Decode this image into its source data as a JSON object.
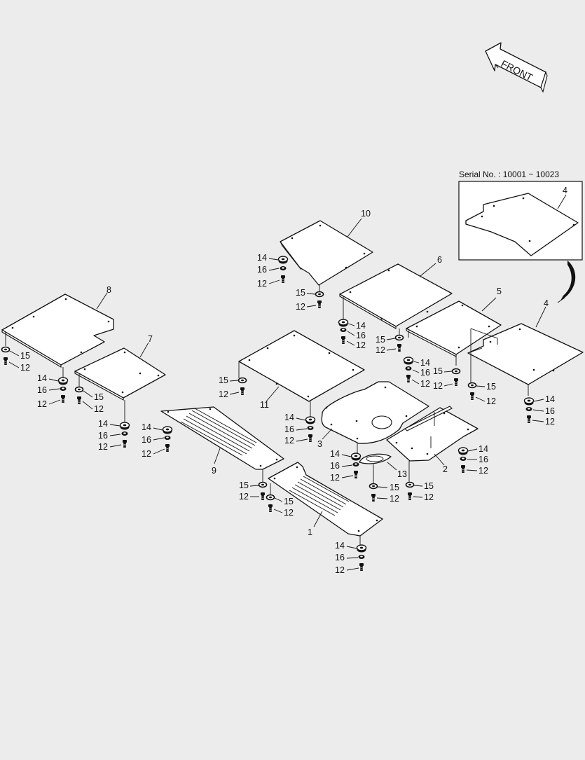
{
  "front_label": "FRONT",
  "inset": {
    "serial_label": "Serial No. : 10001 ~ 10023",
    "part": "4"
  },
  "callouts": {
    "p1": "1",
    "p2": "2",
    "p3": "3",
    "p4": "4",
    "p5": "5",
    "p6": "6",
    "p7": "7",
    "p8": "8",
    "p9": "9",
    "p10": "10",
    "p11": "11",
    "p13": "13"
  },
  "hardware": {
    "h12": "12",
    "h14": "14",
    "h15": "15",
    "h16": "16"
  }
}
